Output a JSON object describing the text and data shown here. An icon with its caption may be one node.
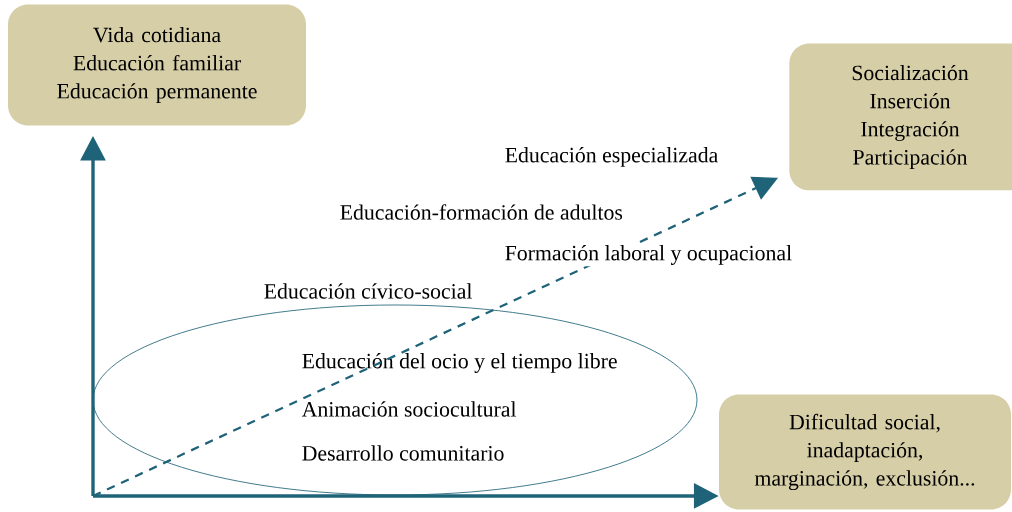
{
  "diagram": {
    "nodes": [
      {
        "text": [
          "Vida cotidiana",
          "Educación familiar",
          "Educación permanente"
        ]
      },
      {
        "text": [
          "Socialización",
          "Inserción",
          "Integración",
          "Participación"
        ]
      },
      {
        "text": [
          "Dificultad social, inadaptación, marginación, exclusión..."
        ]
      },
      {
        "text": [
          "Educación del ocio y el tiempo libre",
          "Animación sociocultural",
          "Desarrollo comunitario"
        ]
      }
    ],
    "edges": [
      {
        "from": null,
        "to": 0,
        "arrow": "to"
      },
      {
        "from": null,
        "to": 2,
        "arrow": "to"
      },
      {
        "from": null,
        "to": 1,
        "arrow": "to",
        "style": "dashed"
      }
    ],
    "labels": [
      "Educación especializada",
      "Educación-formación de adultos",
      "Formación laboral y ocupacional",
      "Educación cívico-social"
    ]
  }
}
